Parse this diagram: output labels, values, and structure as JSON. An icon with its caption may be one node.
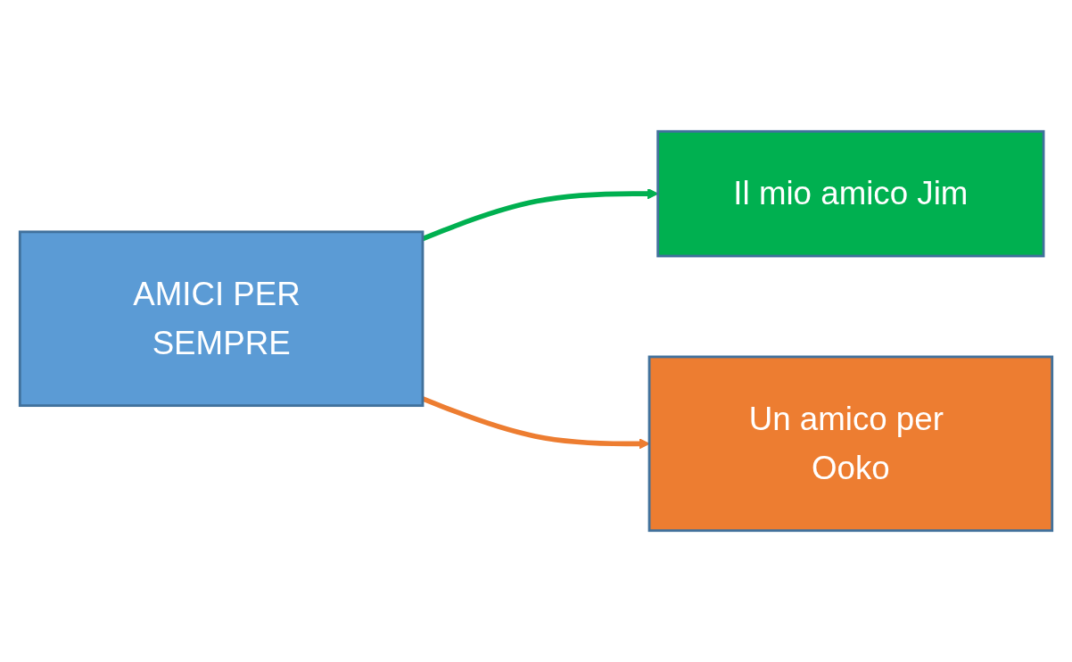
{
  "diagram": {
    "nodes": [
      {
        "text": [
          "AMICI PER SEMPRE"
        ]
      },
      {
        "text": [
          "Il mio amico Jim"
        ]
      },
      {
        "text": [
          "Un amico per Ooko"
        ]
      }
    ],
    "edges": [
      {
        "from": 0,
        "to": 1,
        "arrow": "to",
        "color": "#00b050"
      },
      {
        "from": 0,
        "to": 2,
        "arrow": "to",
        "color": "#ed7d31"
      }
    ]
  }
}
